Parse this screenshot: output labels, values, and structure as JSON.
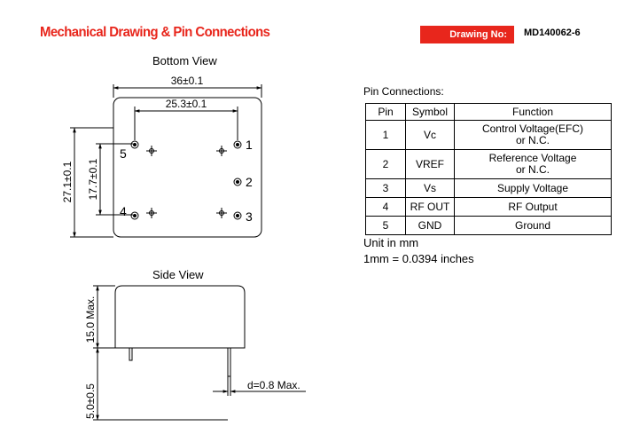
{
  "header": {
    "title": "Mechanical Drawing & Pin Connections",
    "drawing_label": "Drawing No:",
    "drawing_number": "MD140062-6"
  },
  "bottom_view": {
    "label": "Bottom View",
    "dim_width": "36±0.1",
    "dim_pin_span": "25.3±0.1",
    "dim_height": "27.1±0.1",
    "dim_pin_height": "17.7±0.1",
    "pin_labels": [
      "1",
      "2",
      "3",
      "4",
      "5"
    ]
  },
  "side_view": {
    "label": "Side View",
    "dim_height": "15.0 Max.",
    "dim_pin_length": "5.0±0.5",
    "dim_pin_diameter": "d=0.8 Max."
  },
  "pin_connections": {
    "caption": "Pin Connections:",
    "headers": [
      "Pin",
      "Symbol",
      "Function"
    ],
    "rows": [
      {
        "pin": "1",
        "symbol": "Vc",
        "function": "Control Voltage(EFC)\nor N.C."
      },
      {
        "pin": "2",
        "symbol": "VREF",
        "function": "Reference Voltage\nor N.C."
      },
      {
        "pin": "3",
        "symbol": "Vs",
        "function": "Supply Voltage"
      },
      {
        "pin": "4",
        "symbol": "RF OUT",
        "function": "RF Output"
      },
      {
        "pin": "5",
        "symbol": "GND",
        "function": "Ground"
      }
    ]
  },
  "units": {
    "line1": "Unit in mm",
    "line2": "1mm = 0.0394 inches"
  },
  "colors": {
    "accent": "#e8261c"
  }
}
